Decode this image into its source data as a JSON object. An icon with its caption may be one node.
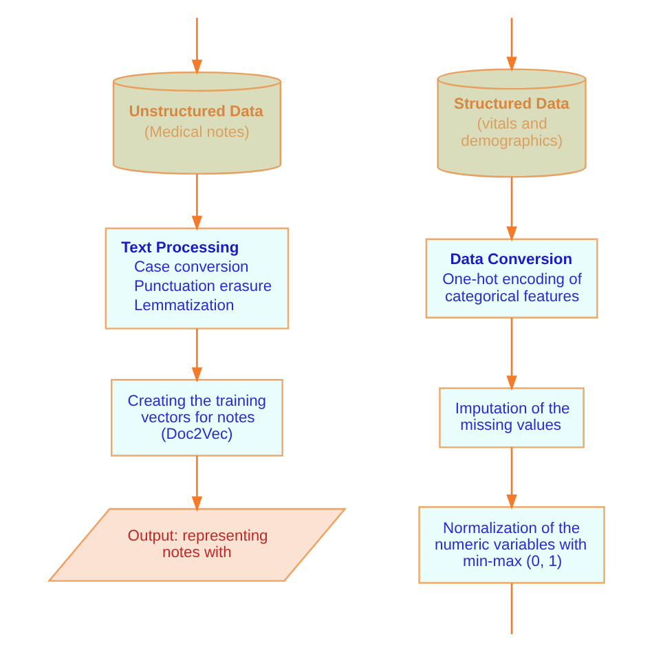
{
  "diagram": {
    "nodes": [
      {
        "text": [
          "Unstructured Data",
          "(Medical notes)"
        ]
      },
      {
        "text": [
          "Text Processing",
          "Case conversion",
          "Punctuation erasure",
          "Lemmatization"
        ]
      },
      {
        "text": [
          "Creating the training vectors for notes (Doc2Vec)"
        ]
      },
      {
        "text": [
          "Output: representing notes with"
        ]
      },
      {
        "text": [
          "Structured Data",
          "(vitals and demographics)"
        ]
      },
      {
        "text": [
          "Data Conversion",
          "One-hot encoding of categorical features"
        ]
      },
      {
        "text": [
          "Imputation of the missing values"
        ]
      },
      {
        "text": [
          "Normalization of the numeric variables with min-max (0, 1)"
        ]
      }
    ],
    "edges": [
      {
        "from": null,
        "to": 0,
        "arrow": "to"
      },
      {
        "from": null,
        "to": 4,
        "arrow": "to"
      },
      {
        "from": 0,
        "to": 1,
        "arrow": "to"
      },
      {
        "from": 1,
        "to": 2,
        "arrow": "to"
      },
      {
        "from": 2,
        "to": 3,
        "arrow": "to"
      },
      {
        "from": 4,
        "to": 5,
        "arrow": "to"
      },
      {
        "from": 5,
        "to": 6,
        "arrow": "to"
      },
      {
        "from": 6,
        "to": 7,
        "arrow": "to"
      },
      {
        "from": 7,
        "to": null,
        "arrow": "none"
      }
    ]
  }
}
